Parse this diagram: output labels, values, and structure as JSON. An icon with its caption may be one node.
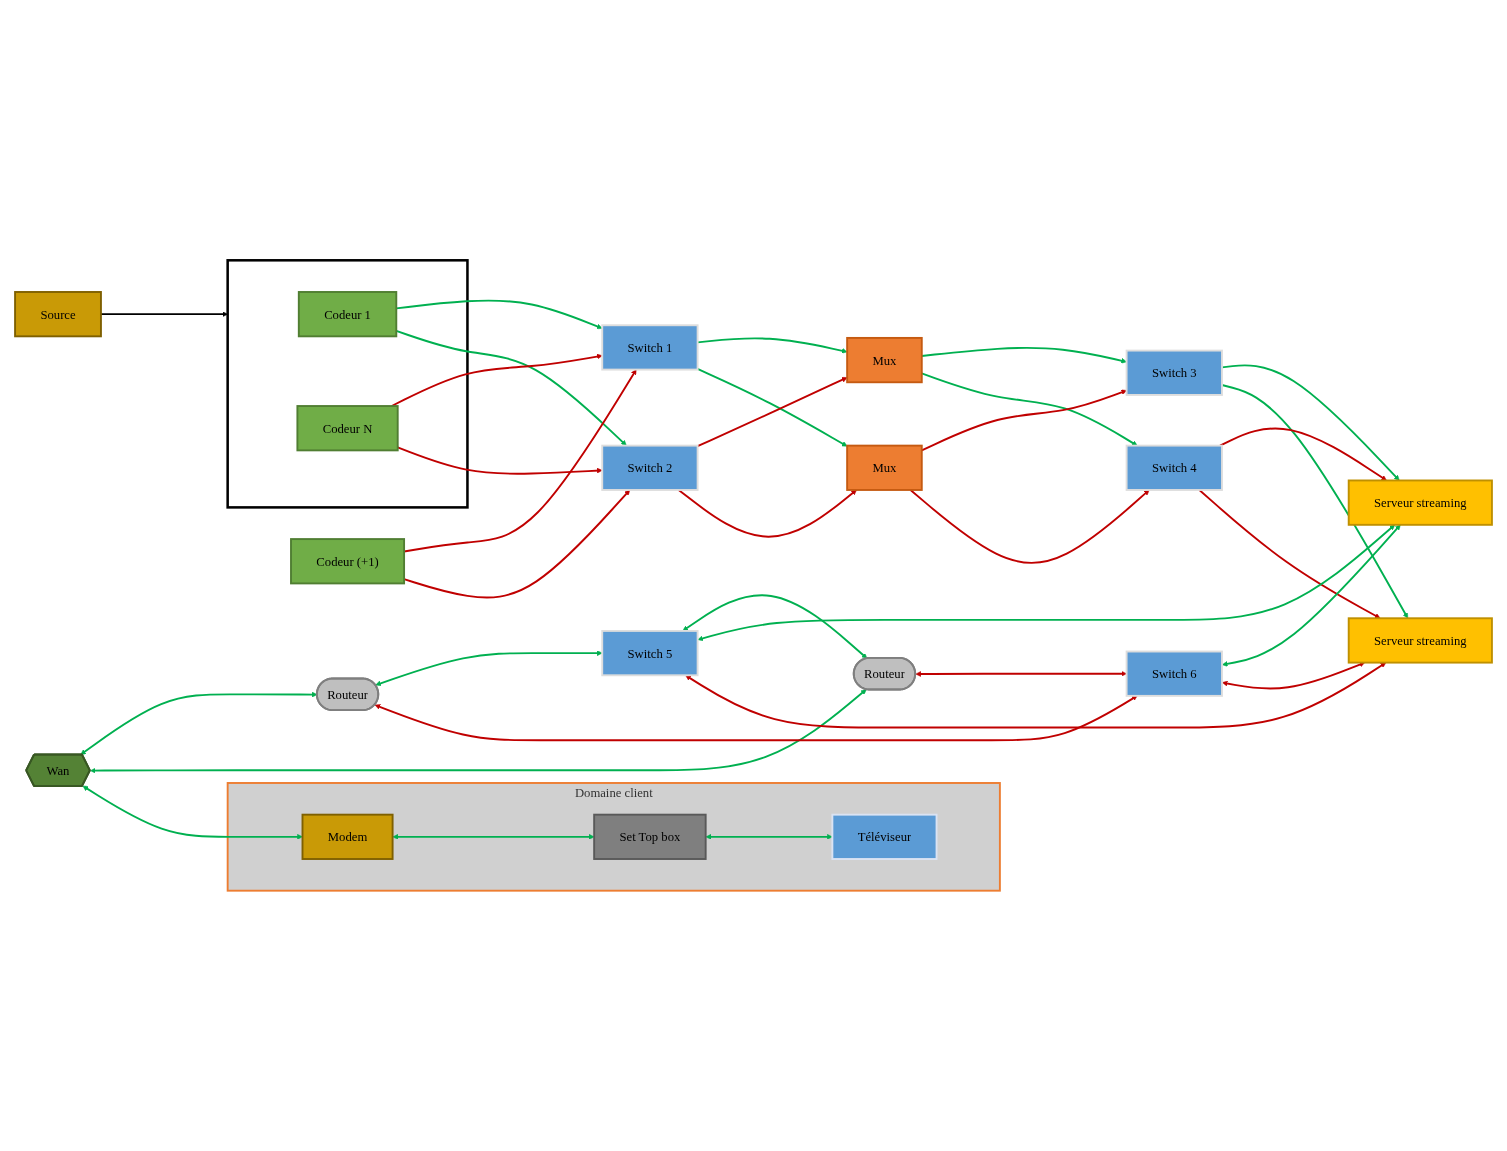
{
  "diagram": {
    "nodes": [
      {
        "text": [
          "Source"
        ]
      },
      {
        "text": [],
        "shape": "box"
      },
      {
        "text": [
          "Codeur 1"
        ],
        "in": 1
      },
      {
        "text": [
          "Codeur N"
        ],
        "in": 1
      },
      {
        "text": [
          "Codeur (+1)"
        ]
      },
      {
        "text": [
          "Switch 1"
        ]
      },
      {
        "text": [
          "Switch 2"
        ]
      },
      {
        "text": [
          "Mux"
        ]
      },
      {
        "text": [
          "Mux"
        ]
      },
      {
        "text": [
          "Switch 3"
        ]
      },
      {
        "text": [
          "Switch 4"
        ]
      },
      {
        "text": [
          "Wan"
        ]
      },
      {
        "text": [
          "Routeur"
        ]
      },
      {
        "text": [
          "Switch 5"
        ]
      },
      {
        "text": [
          "Serveur streaming"
        ]
      },
      {
        "text": [
          "Routeur"
        ]
      },
      {
        "text": [
          "Switch 6"
        ]
      },
      {
        "text": [
          "Serveur streaming"
        ]
      },
      {
        "text": [
          "Domaine client"
        ]
      },
      {
        "text": [
          "Modem"
        ],
        "in": 18
      },
      {
        "text": [
          "Set Top box"
        ],
        "in": 18
      },
      {
        "text": [
          "Téléviseur"
        ],
        "in": 18
      }
    ],
    "edges": [
      {
        "from": 0,
        "to": 1,
        "arrow": "to",
        "color": "#000000"
      },
      {
        "from": 2,
        "to": 5,
        "arrow": "to",
        "color": "#00b050"
      },
      {
        "from": 2,
        "to": 6,
        "arrow": "to",
        "color": "#00b050"
      },
      {
        "from": 3,
        "to": 5,
        "arrow": "to",
        "color": "#c00000"
      },
      {
        "from": 3,
        "to": 6,
        "arrow": "to",
        "color": "#c00000"
      },
      {
        "from": 4,
        "to": 5,
        "arrow": "to",
        "color": "#c00000"
      },
      {
        "from": 4,
        "to": 6,
        "arrow": "to",
        "color": "#c00000"
      },
      {
        "from": 5,
        "to": 7,
        "arrow": "to",
        "color": "#00b050"
      },
      {
        "from": 5,
        "to": 8,
        "arrow": "to",
        "color": "#00b050"
      },
      {
        "from": 6,
        "to": 7,
        "arrow": "to",
        "color": "#c00000"
      },
      {
        "from": 6,
        "to": 8,
        "arrow": "to",
        "color": "#c00000"
      },
      {
        "from": 7,
        "to": 9,
        "arrow": "to",
        "color": "#00b050"
      },
      {
        "from": 7,
        "to": 10,
        "arrow": "to",
        "color": "#00b050"
      },
      {
        "from": 8,
        "to": 9,
        "arrow": "to",
        "color": "#c00000"
      },
      {
        "from": 8,
        "to": 10,
        "arrow": "to",
        "color": "#c00000"
      },
      {
        "from": 9,
        "to": 14,
        "arrow": "to",
        "color": "#00b050"
      },
      {
        "from": 9,
        "to": 17,
        "arrow": "to",
        "color": "#00b050"
      },
      {
        "from": 10,
        "to": 14,
        "arrow": "to",
        "color": "#c00000"
      },
      {
        "from": 10,
        "to": 17,
        "arrow": "to",
        "color": "#c00000"
      },
      {
        "from": 11,
        "to": 12,
        "arrow": "both",
        "color": "#00b050"
      },
      {
        "from": 11,
        "to": 15,
        "arrow": "both",
        "color": "#00b050"
      },
      {
        "from": 12,
        "to": 13,
        "arrow": "both",
        "color": "#00b050"
      },
      {
        "from": 12,
        "to": 16,
        "arrow": "both",
        "color": "#c00000"
      },
      {
        "from": 13,
        "to": 15,
        "arrow": "both",
        "color": "#00b050"
      },
      {
        "from": 15,
        "to": 16,
        "arrow": "both",
        "color": "#c00000"
      },
      {
        "from": 13,
        "to": 14,
        "arrow": "both",
        "color": "#00b050"
      },
      {
        "from": 13,
        "to": 17,
        "arrow": "both",
        "color": "#c00000"
      },
      {
        "from": 16,
        "to": 14,
        "arrow": "both",
        "color": "#00b050"
      },
      {
        "from": 16,
        "to": 17,
        "arrow": "both",
        "color": "#c00000"
      },
      {
        "from": 11,
        "to": 19,
        "arrow": "both",
        "color": "#00b050"
      },
      {
        "from": 19,
        "to": 20,
        "arrow": "both",
        "color": "#00b050"
      },
      {
        "from": 20,
        "to": 21,
        "arrow": "both",
        "color": "#00b050"
      }
    ]
  }
}
